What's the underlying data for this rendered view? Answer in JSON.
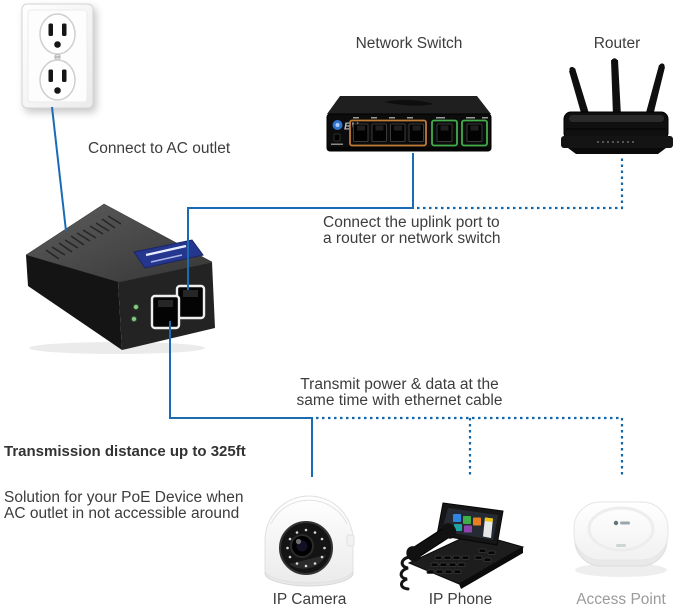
{
  "diagram": {
    "title_labels": {
      "network_switch": "Network Switch",
      "router": "Router",
      "ip_camera": "IP Camera",
      "ip_phone": "IP Phone",
      "access_point": "Access Point"
    },
    "annotations": {
      "connect_ac": "Connect to AC outlet",
      "uplink_line1": "Connect the uplink port to",
      "uplink_line2": "a router or network switch",
      "transmit_line1": "Transmit power & data at the",
      "transmit_line2": "same time with ethernet cable",
      "distance_bold": "Transmission distance up to 325ft",
      "solution_line1": "Solution for your PoE Device when",
      "solution_line2": "AC outlet in not accessible around"
    },
    "switch": {
      "logo": "BV"
    },
    "colors": {
      "cable_solid": "#1b6bb4",
      "cable_dashed": "#1465a8",
      "text_dark": "#3d3d3d",
      "text_light": "#9b9b9b",
      "poe_group_outline": "#c07c35",
      "uplink_port_outline": "#43ad4c",
      "injector_label": "#25368f",
      "switch_logo_blue": "#2f72cf"
    }
  }
}
